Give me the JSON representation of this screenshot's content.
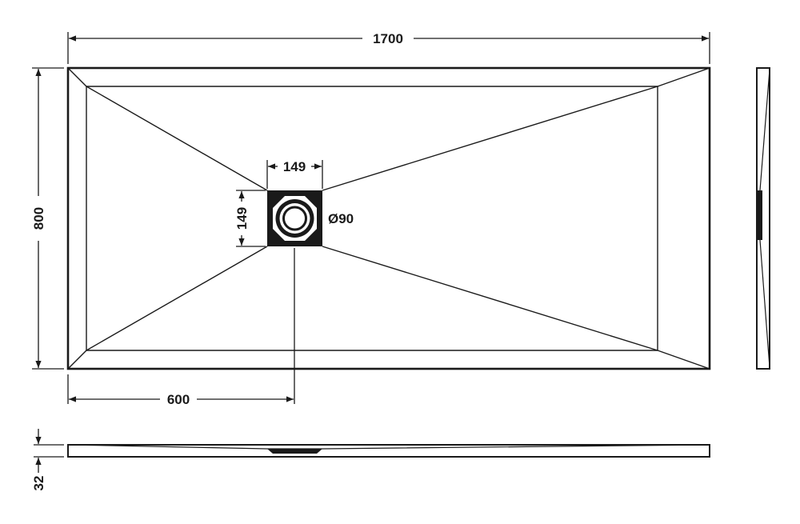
{
  "diagram": {
    "labels": {
      "total_length": "1700",
      "total_width": "800",
      "waste_width": "149",
      "waste_height": "149",
      "waste_diameter": "Ø90",
      "waste_offset": "600",
      "tray_height": "32"
    },
    "colors": {
      "line": "#1a1a1a",
      "background": "#ffffff"
    }
  }
}
